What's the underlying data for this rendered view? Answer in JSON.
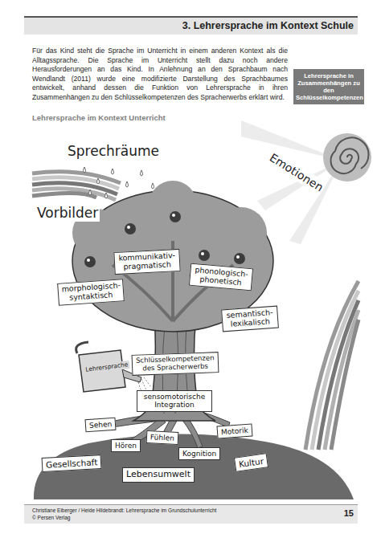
{
  "diagram": {
    "title": "3. Lehrersprache im Kontext Schule",
    "nodes": [
      {
        "text": [
          "Lehrersprache in Zusammenhängen zu den Schlüsselkompetenzen"
        ]
      },
      {
        "text": [
          "kommunikativ-pragmatisch"
        ]
      },
      {
        "text": [
          "morphologisch-syntaktisch"
        ]
      },
      {
        "text": [
          "phonologisch-phonetisch"
        ]
      },
      {
        "text": [
          "semantisch-lexikalisch"
        ]
      },
      {
        "text": [
          "Schlüsselkompetenzen des Spracherwerbs"
        ]
      },
      {
        "text": [
          "sensomotorische Integration"
        ]
      },
      {
        "text": [
          "Sehen"
        ]
      },
      {
        "text": [
          "Hören"
        ]
      },
      {
        "text": [
          "Fühlen"
        ]
      },
      {
        "text": [
          "Kognition"
        ]
      },
      {
        "text": [
          "Motorik"
        ]
      },
      {
        "text": [
          "Gesellschaft"
        ]
      },
      {
        "text": [
          "Lebensumwelt"
        ]
      },
      {
        "text": [
          "Kultur"
        ]
      }
    ],
    "labels": [
      "Für das Kind steht die Sprache im Unterricht in einem anderen Kontext als die Alltagssprache. Die Sprache im Unterricht stellt dazu noch andere Herausforderungen an das Kind. In Anlehnung an den Sprachbaum nach Wendlandt (2011) wurde eine modifizierte Darstellung des Sprachbaumes entwickelt, anhand dessen die Funktion von Lehrersprache in ihren Zusammenhängen zu den Schlüsselkompetenzen des Spracherwerbs erklärt wird.",
      "Lehrersprache im Kontext Unterricht",
      "Sprechräume",
      "Emotionen",
      "Vorbilder",
      "Lehrersprache",
      "Christiane Eiberger / Heide Hildebrandt: Lehrersprache im Grundschulunterricht",
      "© Persen Verlag",
      "15"
    ]
  }
}
